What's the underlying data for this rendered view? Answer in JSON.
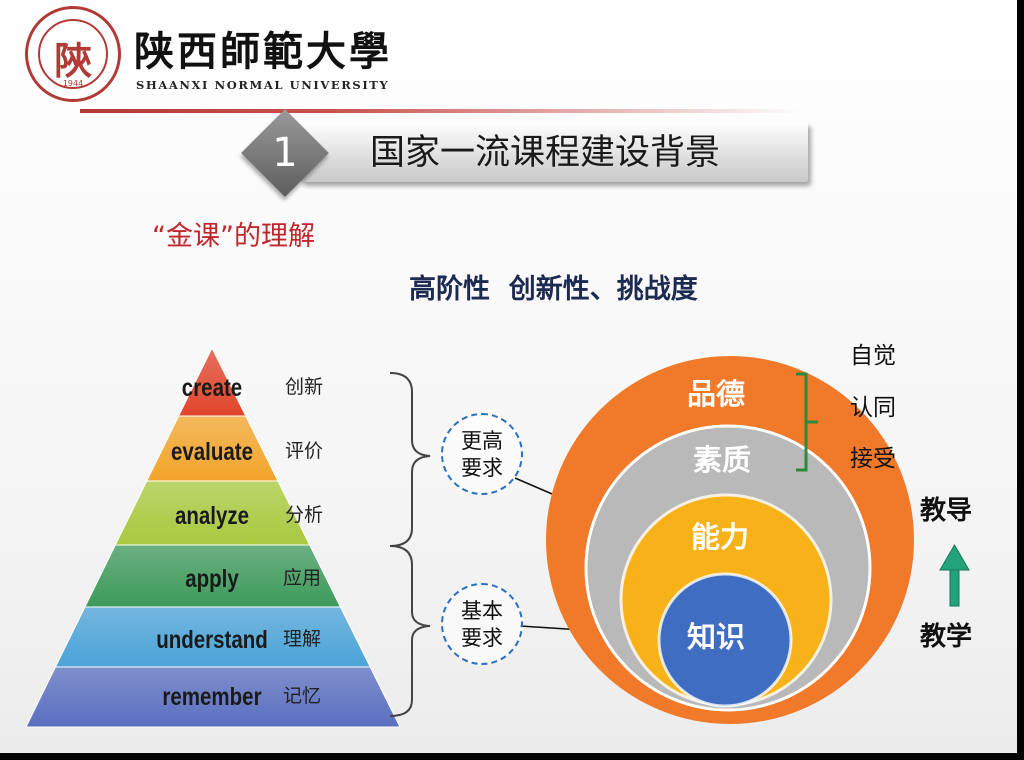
{
  "header": {
    "seal_char": "陝",
    "seal_year": "1944",
    "university_cn": "陕西師範大學",
    "university_en": "SHAANXI NORMAL UNIVERSITY"
  },
  "section": {
    "number": "1",
    "title": "国家一流课程建设背景"
  },
  "subtitle": "“金课”的理解",
  "traits": "高阶性  创新性、挑战度",
  "pyramid": {
    "levels": [
      {
        "en": "create",
        "cn": "创新"
      },
      {
        "en": "evaluate",
        "cn": "评价"
      },
      {
        "en": "analyze",
        "cn": "分析"
      },
      {
        "en": "apply",
        "cn": "应用"
      },
      {
        "en": "understand",
        "cn": "理解"
      },
      {
        "en": "remember",
        "cn": "记忆"
      }
    ],
    "colors": [
      "#e0452b",
      "#f2a42a",
      "#a9c93e",
      "#3d9a5b",
      "#4aa3d8",
      "#5a6fc0"
    ]
  },
  "requirements": {
    "higher": [
      "更高",
      "要求"
    ],
    "basic": [
      "基本",
      "要求"
    ]
  },
  "circles": {
    "labels": [
      "品德",
      "素质",
      "能力",
      "知识"
    ],
    "colors": [
      "#f07a2a",
      "#b9b9b9",
      "#f7b21a",
      "#3f6dc2"
    ]
  },
  "attitudes": [
    "自觉",
    "认同",
    "接受"
  ],
  "teaching": {
    "top": "教导",
    "bottom": "教学"
  }
}
